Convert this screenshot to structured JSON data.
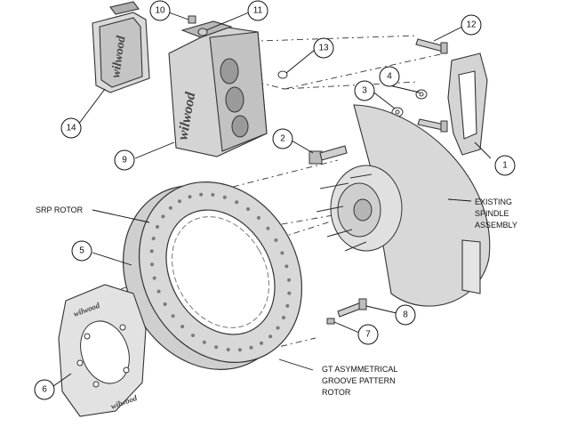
{
  "diagram": {
    "callouts": [
      "1",
      "2",
      "3",
      "4",
      "5",
      "6",
      "7",
      "8",
      "9",
      "10",
      "11",
      "12",
      "13",
      "14"
    ],
    "labels": {
      "srp_rotor": "SRP ROTOR",
      "existing_spindle": [
        "EXISTING",
        "SPINDLE",
        "ASSEMBLY"
      ],
      "gt_rotor": [
        "GT ASYMMETRICAL",
        "GROOVE PATTERN",
        "ROTOR"
      ]
    },
    "logos": {
      "brand": "wilwood"
    },
    "colors": {
      "part_fill": "#d6d6d6",
      "part_light": "#ececec",
      "part_dark": "#9a9a9a",
      "outline": "#333333"
    }
  }
}
